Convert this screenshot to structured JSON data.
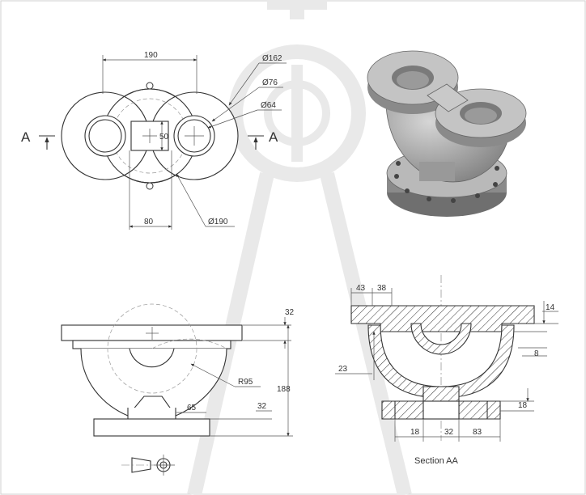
{
  "plan_view": {
    "dim_width": "190",
    "dim_flange_dia": "Ø162",
    "dim_bore_outer": "Ø76",
    "dim_bore_inner": "Ø64",
    "dim_bridge": "50",
    "dim_offset": "80",
    "dim_base_dia": "Ø190",
    "section_letter": "A"
  },
  "front_view": {
    "dim_top": "32",
    "dim_height": "188",
    "dim_radius": "R95",
    "dim_neck": "65",
    "dim_base": "32"
  },
  "section_view": {
    "caption": "Section AA",
    "dim_43": "43",
    "dim_38": "38",
    "dim_14": "14",
    "dim_8": "8",
    "dim_23": "23",
    "dim_18_right": "18",
    "dim_18_bottom": "18",
    "dim_32_bottom": "32",
    "dim_83": "83"
  },
  "colors": {
    "line": "#333333",
    "render_body": "#9a9a9a",
    "watermark": "#e6e6e6"
  }
}
